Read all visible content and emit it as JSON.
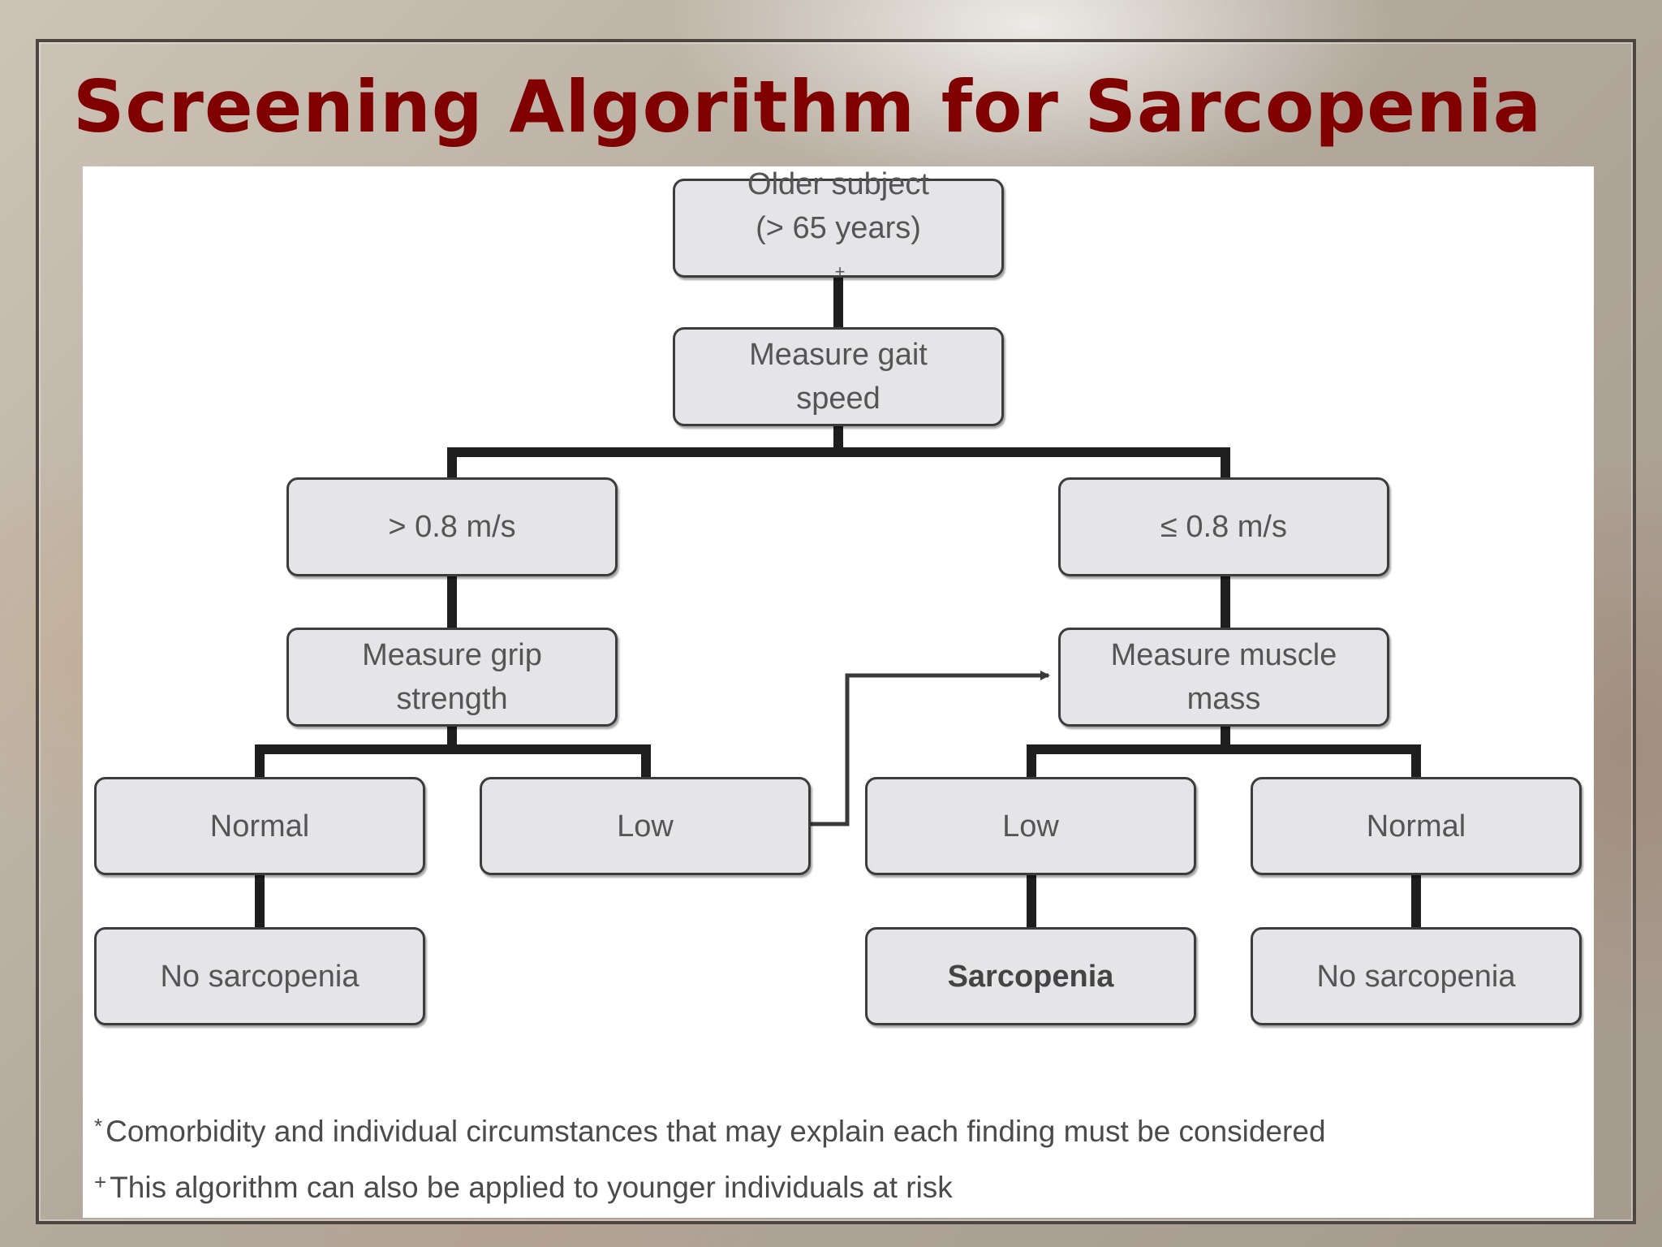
{
  "title": "Screening Algorithm for Sarcopenia",
  "colors": {
    "title": "#800000",
    "node_fill": "#e5e5e7",
    "node_border": "#3c3c3c",
    "connector": "#1e1e1e",
    "panel": "#ffffff"
  },
  "diagram": {
    "nodes": {
      "older_subject": {
        "line1": "Older subject",
        "line2": "(> 65 years)",
        "mark": "+"
      },
      "measure_gait_speed": {
        "line1": "Measure gait",
        "line2": "speed"
      },
      "gt_08": {
        "label": "> 0.8 m/s"
      },
      "le_08": {
        "label": "≤ 0.8 m/s"
      },
      "measure_grip_strength": {
        "line1": "Measure grip",
        "line2": "strength"
      },
      "measure_muscle_mass": {
        "line1": "Measure muscle",
        "line2": "mass"
      },
      "grip_normal": {
        "label": "Normal"
      },
      "grip_low": {
        "label": "Low"
      },
      "mass_low": {
        "label": "Low"
      },
      "mass_normal": {
        "label": "Normal"
      },
      "no_sarcopenia_left": {
        "label": "No sarcopenia"
      },
      "sarcopenia": {
        "label": "Sarcopenia"
      },
      "no_sarcopenia_right": {
        "label": "No sarcopenia"
      }
    },
    "edges": [
      [
        "older_subject",
        "measure_gait_speed"
      ],
      [
        "measure_gait_speed",
        "gt_08"
      ],
      [
        "measure_gait_speed",
        "le_08"
      ],
      [
        "gt_08",
        "measure_grip_strength"
      ],
      [
        "le_08",
        "measure_muscle_mass"
      ],
      [
        "measure_grip_strength",
        "grip_normal"
      ],
      [
        "measure_grip_strength",
        "grip_low"
      ],
      [
        "grip_low",
        "measure_muscle_mass"
      ],
      [
        "measure_muscle_mass",
        "mass_low"
      ],
      [
        "measure_muscle_mass",
        "mass_normal"
      ],
      [
        "grip_normal",
        "no_sarcopenia_left"
      ],
      [
        "mass_low",
        "sarcopenia"
      ],
      [
        "mass_normal",
        "no_sarcopenia_right"
      ]
    ]
  },
  "footnotes": [
    {
      "mark": "*",
      "text": "Comorbidity and individual circumstances that may explain each finding must be considered"
    },
    {
      "mark": "+",
      "text": "This algorithm can also be applied to younger individuals at risk"
    }
  ]
}
